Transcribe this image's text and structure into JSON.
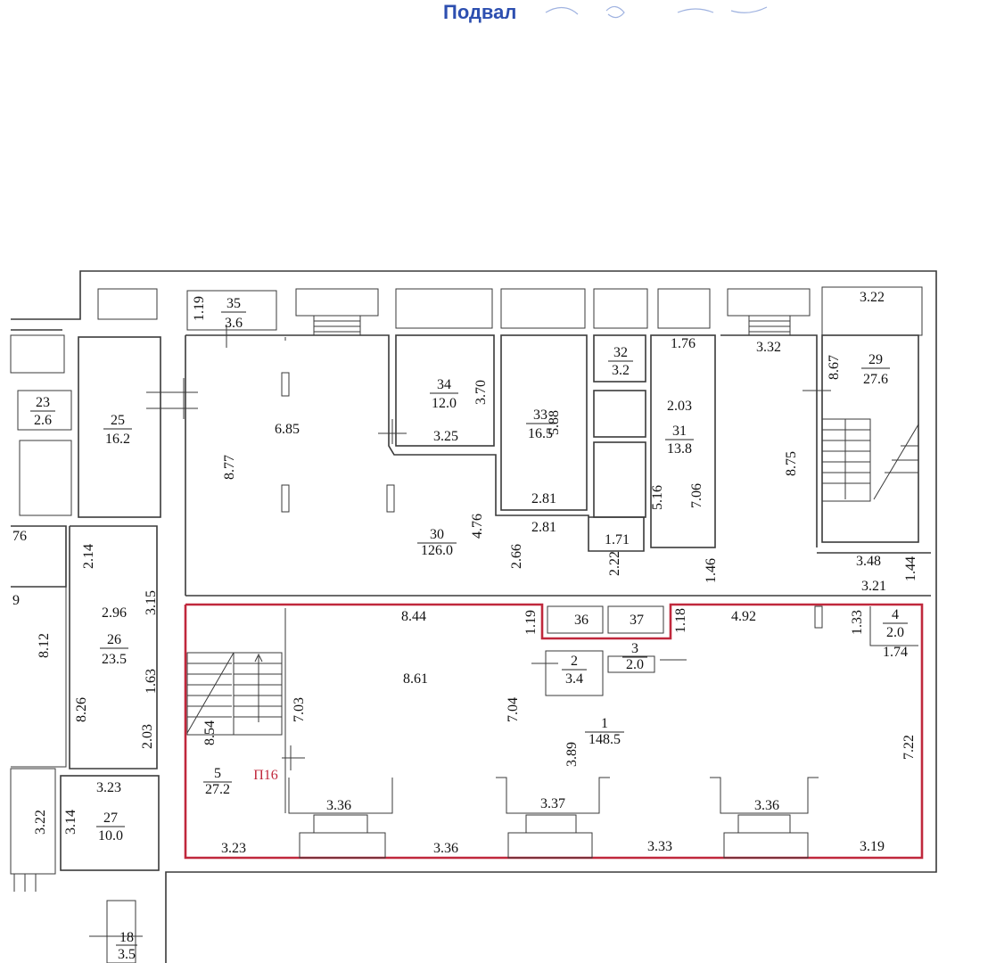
{
  "title": "Подвал",
  "colors": {
    "title": "#2d4fb0",
    "highlight": "#c0283c"
  },
  "rooms": [
    {
      "n": "35",
      "area": "3.6"
    },
    {
      "n": "34",
      "area": "12.0"
    },
    {
      "n": "33",
      "area": "16.5"
    },
    {
      "n": "32",
      "area": "3.2"
    },
    {
      "n": "31",
      "area": "13.8"
    },
    {
      "n": "29",
      "area": "27.6"
    },
    {
      "n": "23",
      "area": "2.6"
    },
    {
      "n": "25",
      "area": "16.2"
    },
    {
      "n": "30",
      "area": "126.0"
    },
    {
      "n": "26",
      "area": "23.5"
    },
    {
      "n": "27",
      "area": "10.0"
    },
    {
      "n": "18",
      "area": "3.5"
    },
    {
      "n": "36",
      "area": ""
    },
    {
      "n": "37",
      "area": ""
    },
    {
      "n": "2",
      "area": "3.4"
    },
    {
      "n": "3",
      "area": "2.0"
    },
    {
      "n": "4",
      "area": "2.0"
    },
    {
      "n": "1",
      "area": "148.5"
    },
    {
      "n": "5",
      "area": "27.2"
    }
  ],
  "dimensions": [
    "1.19",
    "3.22",
    "3.70",
    "1.76",
    "3.32",
    "8.67",
    "6.85",
    "3.25",
    "5.88",
    "2.03",
    "8.77",
    "2.81",
    "5.16",
    "7.06",
    "8.75",
    "4.76",
    "2.81",
    "2.66",
    "1.71",
    "2.22",
    "1.46",
    "3.48",
    "1.44",
    "3.21",
    "76",
    "9",
    "2.14",
    "3.15",
    "2.96",
    "8.44",
    "1.19",
    "1.18",
    "4.92",
    "1.33",
    "1.74",
    "8.12",
    "1.63",
    "8.26",
    "2.03",
    "8.61",
    "7.04",
    "7.03",
    "3.89",
    "7.22",
    "8.54",
    "3.23",
    "3.36",
    "3.37",
    "3.36",
    "3.22",
    "3.14",
    "3.23",
    "3.36",
    "3.33",
    "3.19"
  ],
  "zone_label": "П16"
}
